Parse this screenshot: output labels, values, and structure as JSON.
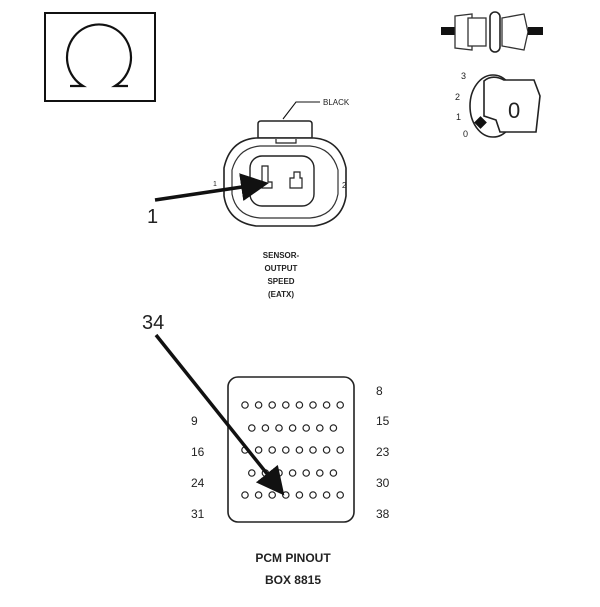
{
  "symbol": {
    "icon": "ohm-icon"
  },
  "ignition_key": {
    "icon": "ignition-key-icon",
    "positions": [
      "3",
      "2",
      "1",
      "0"
    ],
    "key_mark": "0"
  },
  "connector_icon": "connector-icon",
  "sensor_connector": {
    "color_label": "BLACK",
    "pin_left": "1",
    "pin_right": "2",
    "callout": "1",
    "name_lines": [
      "SENSOR-",
      "OUTPUT",
      "SPEED",
      "(EATX)"
    ]
  },
  "pcm": {
    "callout": "34",
    "row_labels_left": [
      "9",
      "16",
      "24",
      "31"
    ],
    "row_labels_right": [
      "8",
      "15",
      "23",
      "30",
      "38"
    ],
    "rows": [
      {
        "pins": [
          1,
          2,
          3,
          4,
          5,
          6,
          7,
          8
        ]
      },
      {
        "pins": [
          9,
          10,
          11,
          12,
          13,
          14,
          15
        ]
      },
      {
        "pins": [
          16,
          17,
          18,
          19,
          20,
          21,
          22,
          23
        ]
      },
      {
        "pins": [
          24,
          25,
          26,
          27,
          28,
          29,
          30
        ]
      },
      {
        "pins": [
          31,
          32,
          33,
          34,
          35,
          36,
          37,
          38
        ]
      }
    ],
    "highlight_pin": 34,
    "title": "PCM PINOUT",
    "box": "BOX 8815"
  }
}
